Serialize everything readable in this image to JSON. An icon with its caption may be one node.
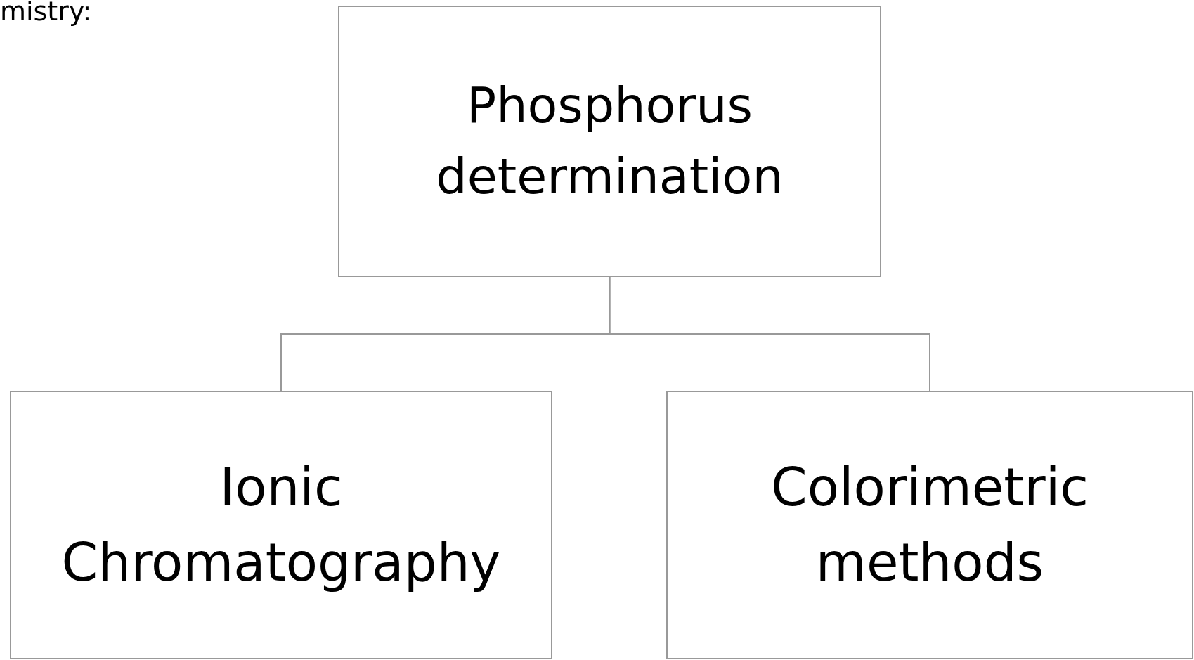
{
  "diagram": {
    "nodes": [
      {
        "text": [
          "Phosphorus determination"
        ]
      },
      {
        "text": [
          "Ionic Chromatography"
        ]
      },
      {
        "text": [
          "Colorimetric methods"
        ]
      }
    ],
    "edges": [
      {
        "from": 0,
        "to": 1,
        "arrow": "none"
      },
      {
        "from": 0,
        "to": 2,
        "arrow": "none"
      }
    ],
    "labels": [
      "mistry:"
    ]
  }
}
